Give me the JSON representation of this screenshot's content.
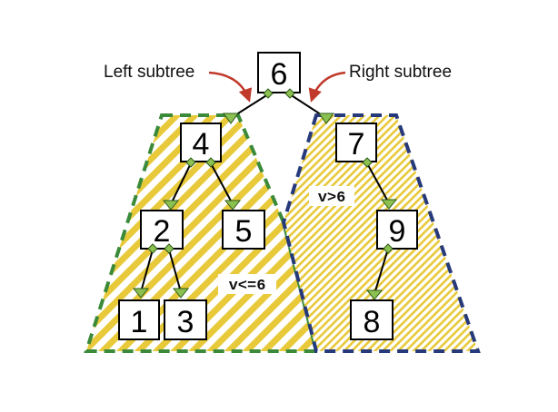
{
  "callouts": {
    "left": "Left subtree",
    "right": "Right subtree"
  },
  "conditions": {
    "left": "v<=6",
    "right": "v>6"
  },
  "nodes": {
    "n6": "6",
    "n4": "4",
    "n7": "7",
    "n2": "2",
    "n5": "5",
    "n9": "9",
    "n1": "1",
    "n3": "3",
    "n8": "8"
  },
  "colors": {
    "hatch": "#e8c93a",
    "left_border": "#3a8a3a",
    "right_border": "#26397a",
    "arrow_head": "#8cc152",
    "callout_arrow": "#c0392b"
  }
}
